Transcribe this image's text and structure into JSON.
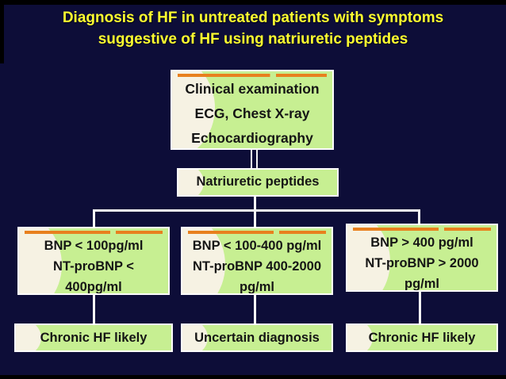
{
  "title": {
    "line1": "Diagnosis of HF in untreated patients with symptoms",
    "line2": "suggestive of HF using natriuretic peptides"
  },
  "flowchart": {
    "clinical_box": {
      "lines": [
        "Clinical examination",
        "ECG, Chest X-ray",
        "Echocardiography"
      ]
    },
    "peptides_box": {
      "label": "Natriuretic peptides"
    },
    "branches": [
      {
        "criteria_lines": [
          "BNP < 100pg/ml",
          "NT-proBNP <",
          "400pg/ml"
        ],
        "outcome": "Chronic HF likely"
      },
      {
        "criteria_lines": [
          "BNP < 100-400 pg/ml",
          "NT-proBNP 400-2000",
          "pg/ml"
        ],
        "outcome": "Uncertain diagnosis"
      },
      {
        "criteria_lines": [
          "BNP > 400 pg/ml",
          "NT-proBNP > 2000",
          "pg/ml"
        ],
        "outcome": "Chronic HF likely"
      }
    ]
  },
  "colors": {
    "background_navy": "#0d0d38",
    "box_fill_green": "#c7ef92",
    "stripe_orange": "#e8801e",
    "title_yellow": "#ffff2f",
    "border_white": "#fcfcfc",
    "box_text_black": "#151515"
  }
}
